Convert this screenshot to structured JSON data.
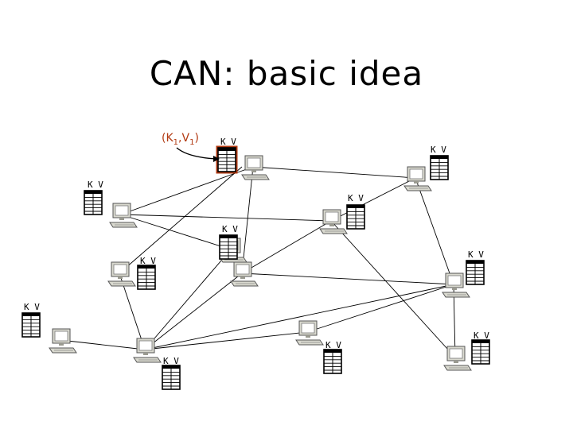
{
  "title": "CAN: basic idea",
  "colors": {
    "highlight": "#b23a12",
    "link": "#000000",
    "computer_body": "#d9d9cf"
  },
  "inserted_pair": {
    "k": "K",
    "k_sub": "1",
    "v": "V",
    "v_sub": "1"
  },
  "nodes": [
    {
      "id": "n1",
      "table_label": "K V",
      "highlighted": true
    },
    {
      "id": "n2",
      "table_label": "K V",
      "highlighted": false
    },
    {
      "id": "n3",
      "table_label": "K V",
      "highlighted": false
    },
    {
      "id": "n4",
      "table_label": "K V",
      "highlighted": false
    },
    {
      "id": "n5",
      "table_label": "K V",
      "highlighted": false
    },
    {
      "id": "n6",
      "table_label": "K V",
      "highlighted": false
    },
    {
      "id": "n7",
      "table_label": "K V",
      "highlighted": false
    },
    {
      "id": "n8",
      "table_label": "K V",
      "highlighted": false
    },
    {
      "id": "n9",
      "table_label": "K V",
      "highlighted": false
    },
    {
      "id": "n10",
      "table_label": "K V",
      "highlighted": false
    },
    {
      "id": "n11",
      "table_label": "K V",
      "highlighted": false
    }
  ],
  "links": [
    [
      "n1",
      "n2"
    ],
    [
      "n1",
      "n3"
    ],
    [
      "n1",
      "n6"
    ],
    [
      "n3",
      "n4"
    ],
    [
      "n3",
      "n5"
    ],
    [
      "n2",
      "n5"
    ],
    [
      "n2",
      "n7"
    ],
    [
      "n4",
      "n6"
    ],
    [
      "n4",
      "n10"
    ],
    [
      "n5",
      "n6"
    ],
    [
      "n5",
      "n8"
    ],
    [
      "n6",
      "n7"
    ],
    [
      "n6",
      "n10"
    ],
    [
      "n7",
      "n8"
    ],
    [
      "n7",
      "n10"
    ],
    [
      "n7",
      "n11"
    ],
    [
      "n9",
      "n10"
    ],
    [
      "n10",
      "n11"
    ]
  ]
}
